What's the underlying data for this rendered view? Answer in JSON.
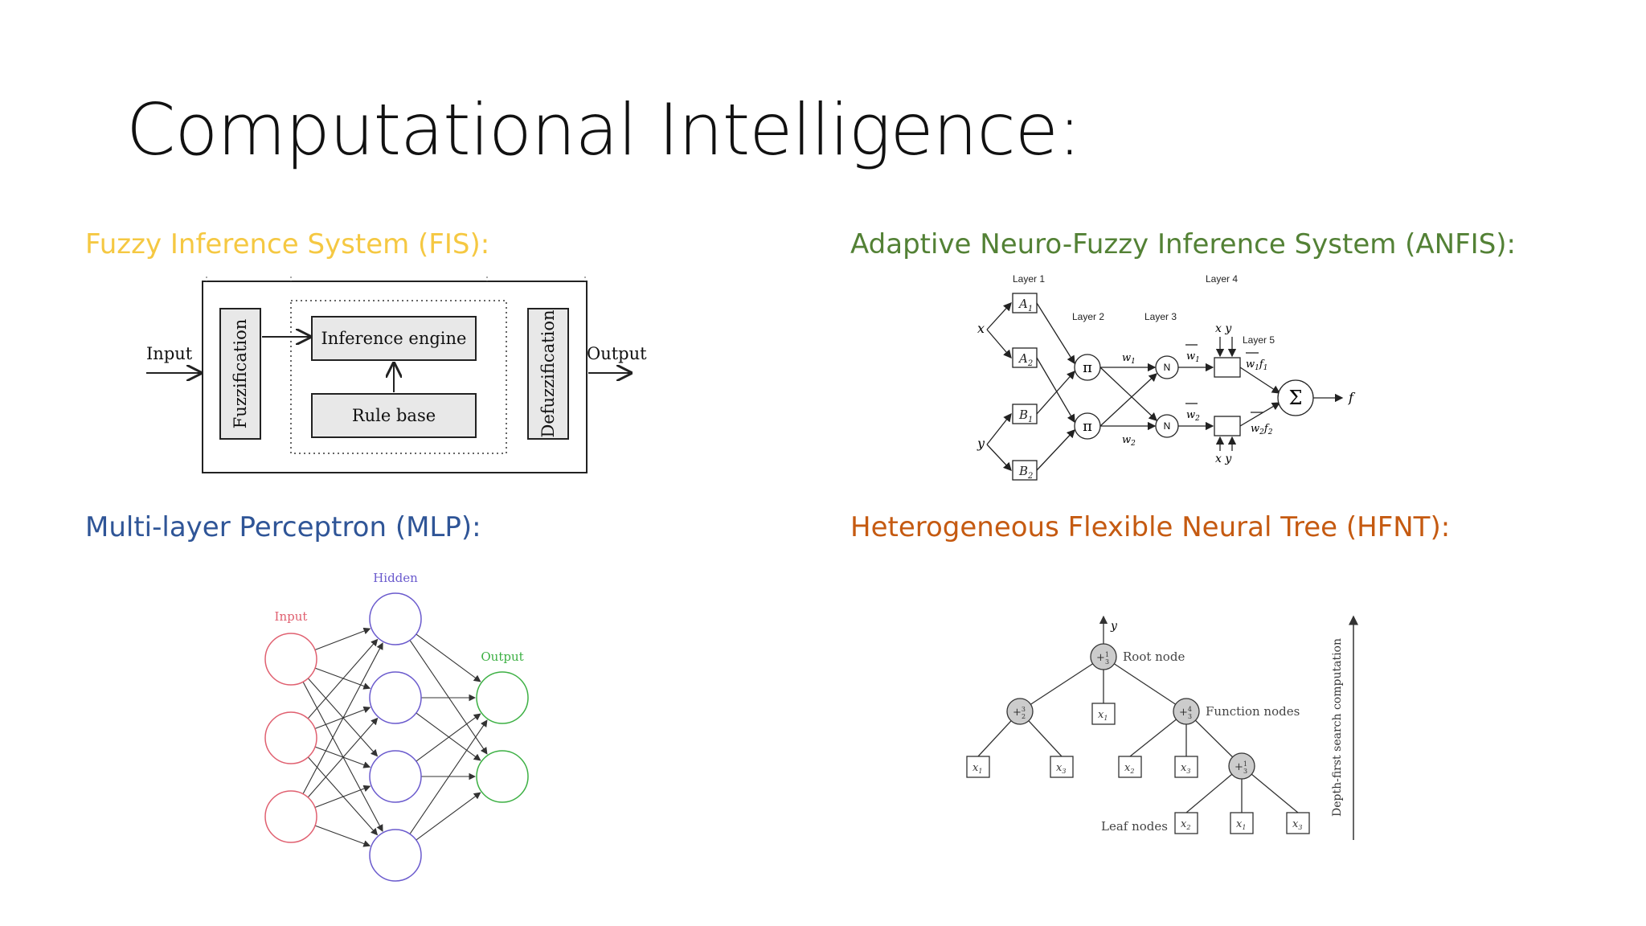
{
  "slide": {
    "title": "Computational Intelligence:"
  },
  "colors": {
    "fis": "#F5C842",
    "anfis": "#538135",
    "mlp": "#2F5597",
    "hfnt": "#C55A11"
  },
  "fis": {
    "heading": "Fuzzy Inference System (FIS):",
    "input_label": "Input",
    "output_label": "Output",
    "fuzzification": "Fuzzification",
    "inference_engine": "Inference engine",
    "rule_base": "Rule base",
    "defuzzification": "Defuzzification"
  },
  "anfis": {
    "heading": "Adaptive Neuro-Fuzzy Inference System (ANFIS):",
    "layers": {
      "l1": "Layer 1",
      "l2": "Layer 2",
      "l3": "Layer 3",
      "l4": "Layer 4",
      "l5": "Layer 5"
    },
    "inputs": {
      "x": "x",
      "y": "y"
    },
    "mf": {
      "a1": "A",
      "a2": "A",
      "b1": "B",
      "b2": "B",
      "s1": "1",
      "s2": "2"
    },
    "pi": "π",
    "norm": "N",
    "sum": "Σ",
    "output": "f",
    "w": "w",
    "xy": "x y"
  },
  "mlp": {
    "heading": "Multi-layer Perceptron (MLP):",
    "input_label": "Input",
    "hidden_label": "Hidden",
    "output_label": "Output",
    "colors": {
      "input": "#e06070",
      "hidden": "#6a5acd",
      "output": "#3cb043"
    }
  },
  "hfnt": {
    "heading": "Heterogeneous Flexible Neural Tree (HFNT):",
    "output": "y",
    "root_node": "Root node",
    "function_nodes": "Function nodes",
    "leaf_nodes": "Leaf nodes",
    "axis_label": "Depth-first search computation",
    "plus": "+",
    "x": "x",
    "subs": {
      "one": "1",
      "two": "2",
      "three": "3",
      "four": "4"
    }
  }
}
